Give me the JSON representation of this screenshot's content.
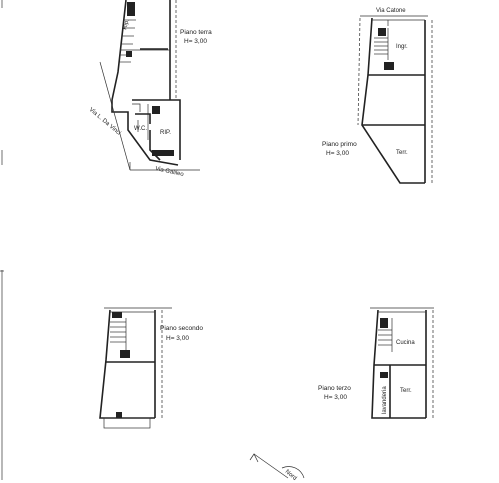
{
  "floors": {
    "ground": {
      "name": "Piano terra",
      "height": "H= 3,00"
    },
    "first": {
      "name": "Piano primo",
      "height": "H= 3,00"
    },
    "second": {
      "name": "Piano secondo",
      "height": "H= 3,00"
    },
    "third": {
      "name": "Piano terzo",
      "height": "H= 3,00"
    }
  },
  "streets": {
    "leonardo": "Via L. Da Vinci",
    "galileo": "Via Galileo",
    "catone": "Via Catone"
  },
  "rooms": {
    "ground_stairs": "Rip.",
    "wc": "W.C.",
    "storage": "RIP.",
    "entrance": "Ingr.",
    "terrace_first": "Terr.",
    "kitchen": "Cucina",
    "laundry": "lavanderia",
    "terrace_third": "Terr."
  },
  "compass": {
    "label": "Nord"
  }
}
